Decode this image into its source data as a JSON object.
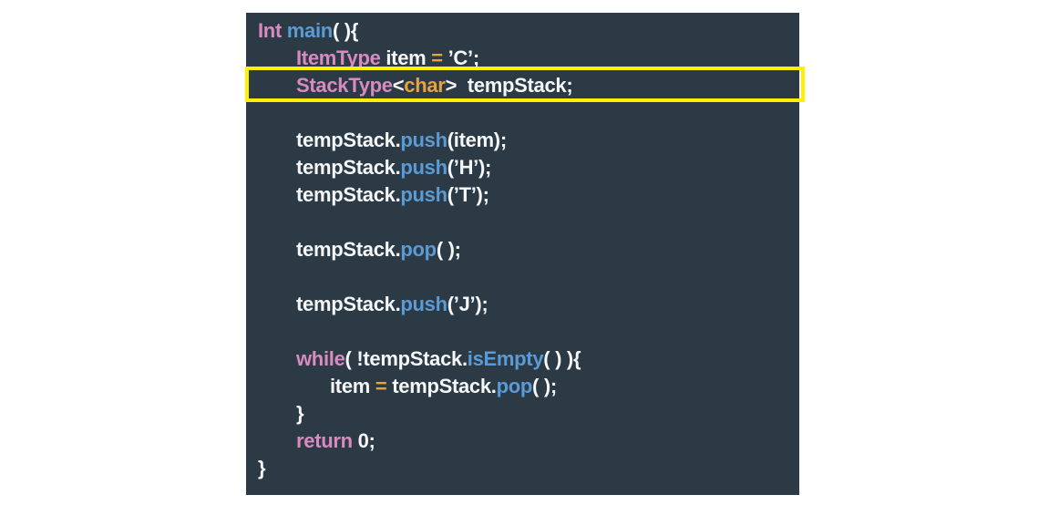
{
  "colors": {
    "page_bg": "#ffffff",
    "panel_bg": "#2b3a45",
    "keyword_pink": "#d98bc1",
    "function_blue": "#5b9bd5",
    "operator_orange": "#e8a33d",
    "text_white": "#f5f6f7",
    "highlight_yellow": "#fff100"
  },
  "code": {
    "language": "cpp",
    "highlighted_line_text": "StackType<char>  tempStack;",
    "lines": [
      {
        "indent": 0,
        "highlight": false,
        "tokens": [
          {
            "t": "Int ",
            "c": "kw"
          },
          {
            "t": "main",
            "c": "fn"
          },
          {
            "t": "( ){",
            "c": "pl"
          }
        ]
      },
      {
        "indent": 1,
        "highlight": false,
        "tokens": [
          {
            "t": "ItemType",
            "c": "kw"
          },
          {
            "t": " item ",
            "c": "pl"
          },
          {
            "t": "=",
            "c": "op"
          },
          {
            "t": " ’C’;",
            "c": "pl"
          }
        ]
      },
      {
        "indent": 1,
        "highlight": true,
        "tokens": [
          {
            "t": "StackType",
            "c": "kw"
          },
          {
            "t": "<",
            "c": "pl"
          },
          {
            "t": "char",
            "c": "op"
          },
          {
            "t": ">  tempStack;",
            "c": "pl"
          }
        ]
      },
      {
        "indent": 0,
        "highlight": false,
        "tokens": []
      },
      {
        "indent": 1,
        "highlight": false,
        "tokens": [
          {
            "t": "tempStack.",
            "c": "pl"
          },
          {
            "t": "push",
            "c": "fn"
          },
          {
            "t": "(item);",
            "c": "pl"
          }
        ]
      },
      {
        "indent": 1,
        "highlight": false,
        "tokens": [
          {
            "t": "tempStack.",
            "c": "pl"
          },
          {
            "t": "push",
            "c": "fn"
          },
          {
            "t": "(’H’);",
            "c": "pl"
          }
        ]
      },
      {
        "indent": 1,
        "highlight": false,
        "tokens": [
          {
            "t": "tempStack.",
            "c": "pl"
          },
          {
            "t": "push",
            "c": "fn"
          },
          {
            "t": "(’T’);",
            "c": "pl"
          }
        ]
      },
      {
        "indent": 0,
        "highlight": false,
        "tokens": []
      },
      {
        "indent": 1,
        "highlight": false,
        "tokens": [
          {
            "t": "tempStack.",
            "c": "pl"
          },
          {
            "t": "pop",
            "c": "fn"
          },
          {
            "t": "( );",
            "c": "pl"
          }
        ]
      },
      {
        "indent": 0,
        "highlight": false,
        "tokens": []
      },
      {
        "indent": 1,
        "highlight": false,
        "tokens": [
          {
            "t": "tempStack.",
            "c": "pl"
          },
          {
            "t": "push",
            "c": "fn"
          },
          {
            "t": "(’J’);",
            "c": "pl"
          }
        ]
      },
      {
        "indent": 0,
        "highlight": false,
        "tokens": []
      },
      {
        "indent": 1,
        "highlight": false,
        "tokens": [
          {
            "t": "while",
            "c": "kw"
          },
          {
            "t": "( !tempStack.",
            "c": "pl"
          },
          {
            "t": "isEmpty",
            "c": "fn"
          },
          {
            "t": "( ) ){",
            "c": "pl"
          }
        ]
      },
      {
        "indent": 2,
        "highlight": false,
        "tokens": [
          {
            "t": "item ",
            "c": "pl"
          },
          {
            "t": "=",
            "c": "op"
          },
          {
            "t": " tempStack.",
            "c": "pl"
          },
          {
            "t": "pop",
            "c": "fn"
          },
          {
            "t": "( );",
            "c": "pl"
          }
        ]
      },
      {
        "indent": 1,
        "highlight": false,
        "tokens": [
          {
            "t": "}",
            "c": "pl"
          }
        ]
      },
      {
        "indent": 1,
        "highlight": false,
        "tokens": [
          {
            "t": "return",
            "c": "kw"
          },
          {
            "t": " 0;",
            "c": "pl"
          }
        ]
      },
      {
        "indent": 0,
        "highlight": false,
        "tokens": [
          {
            "t": "}",
            "c": "pl"
          }
        ]
      }
    ]
  }
}
